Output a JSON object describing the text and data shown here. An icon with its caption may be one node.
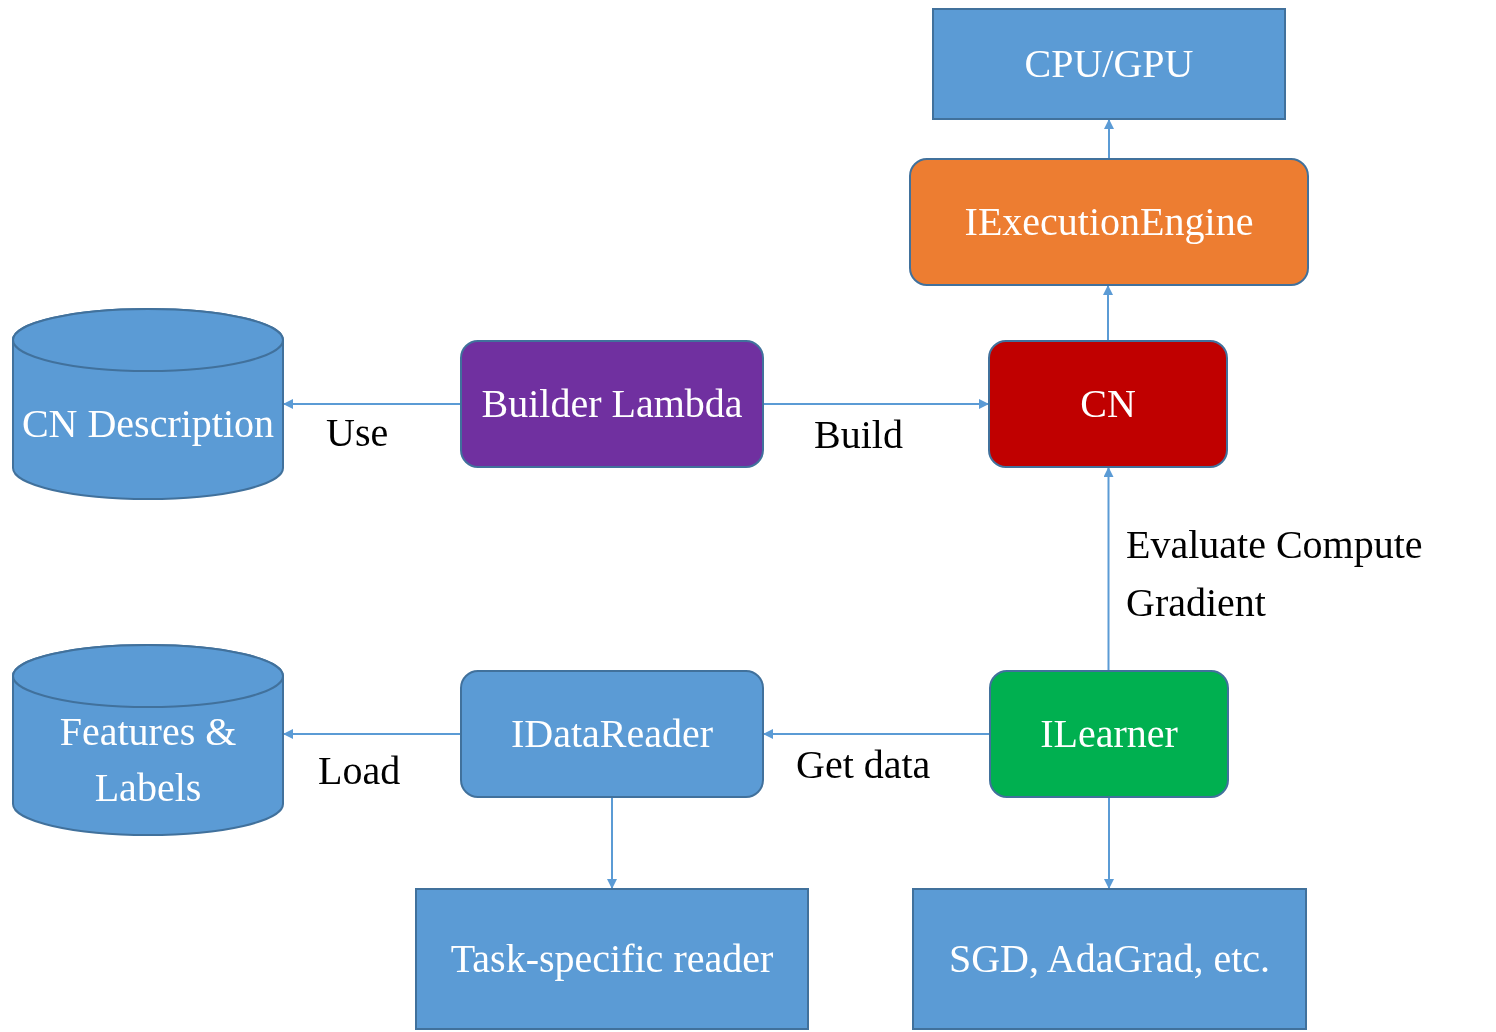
{
  "diagram": {
    "nodes": [
      {
        "text": [
          "CPU/GPU"
        ]
      },
      {
        "text": [
          "IExecutionEngine"
        ]
      },
      {
        "text": [
          "CN Description"
        ]
      },
      {
        "text": [
          "Builder Lambda"
        ]
      },
      {
        "text": [
          "CN"
        ]
      },
      {
        "text": [
          "Features & Labels"
        ]
      },
      {
        "text": [
          "IDataReader"
        ]
      },
      {
        "text": [
          "ILearner"
        ]
      },
      {
        "text": [
          "Task-specific reader"
        ]
      },
      {
        "text": [
          "SGD, AdaGrad, etc."
        ]
      }
    ],
    "edges": [
      {
        "from": 1,
        "to": 0,
        "arrow": "to"
      },
      {
        "from": 4,
        "to": 1,
        "arrow": "to"
      },
      {
        "from": 3,
        "to": 2,
        "arrow": "to",
        "label": "Use"
      },
      {
        "from": 3,
        "to": 4,
        "arrow": "to",
        "label": "Build"
      },
      {
        "from": 7,
        "to": 4,
        "arrow": "to",
        "label": "Evaluate Compute Gradient"
      },
      {
        "from": 7,
        "to": 6,
        "arrow": "to",
        "label": "Get data"
      },
      {
        "from": 6,
        "to": 5,
        "arrow": "to",
        "label": "Load"
      },
      {
        "from": 6,
        "to": 8,
        "arrow": "to"
      },
      {
        "from": 7,
        "to": 9,
        "arrow": "to"
      }
    ]
  }
}
